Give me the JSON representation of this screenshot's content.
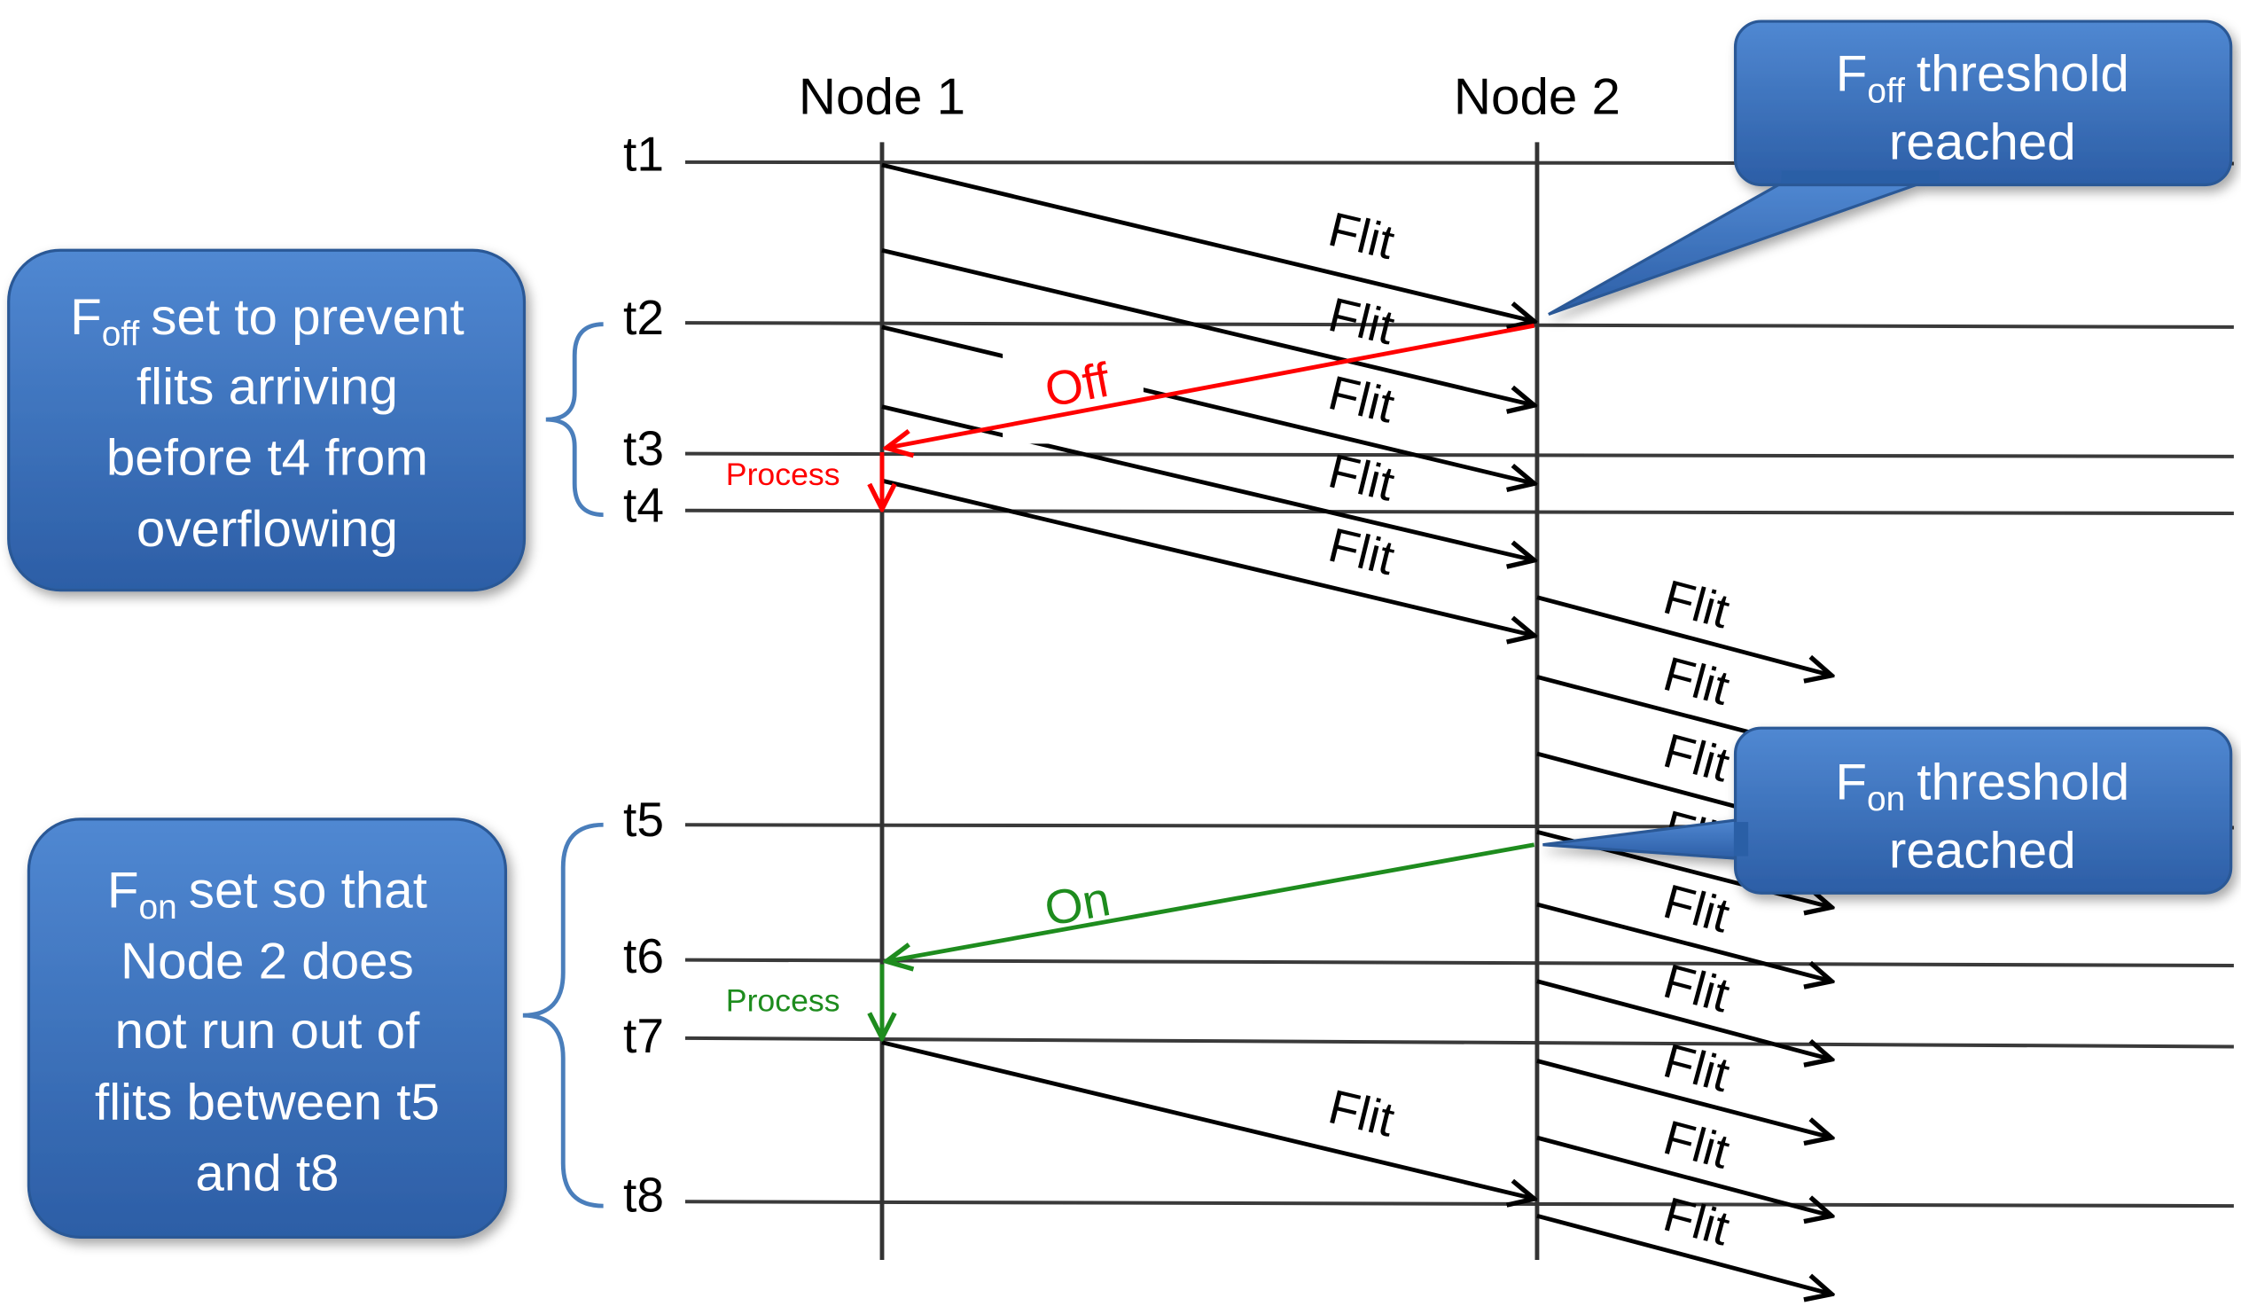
{
  "nodes": {
    "node1": "Node 1",
    "node2": "Node 2"
  },
  "times": [
    "t1",
    "t2",
    "t3",
    "t4",
    "t5",
    "t6",
    "t7",
    "t8"
  ],
  "messages": {
    "node1_to_node2": [
      "Flit",
      "Flit",
      "Flit",
      "Flit",
      "Flit",
      "Flit"
    ],
    "node2_onward": [
      "Flit",
      "Flit",
      "Flit",
      "Flit",
      "Flit",
      "Flit",
      "Flit",
      "Flit",
      "Flit"
    ],
    "off_signal": "Off",
    "on_signal": "On",
    "process_after_off": "Process",
    "process_after_on": "Process"
  },
  "callouts": {
    "off_threshold": {
      "symbol": "F",
      "sub": "off",
      "rest": "threshold",
      "line2": "reached"
    },
    "on_threshold": {
      "symbol": "F",
      "sub": "on",
      "rest": "threshold",
      "line2": "reached"
    }
  },
  "notes": {
    "off_setting": {
      "symbol": "F",
      "sub": "off",
      "rest": "set to prevent",
      "lines": [
        "flits arriving",
        "before t4 from",
        "overflowing"
      ]
    },
    "on_setting": {
      "symbol": "F",
      "sub": "on",
      "rest": "set so that",
      "lines": [
        "Node 2 does",
        "not run out of",
        "flits between t5",
        "and t8"
      ]
    }
  },
  "colors": {
    "off_signal": "#ff0000",
    "on_signal": "#1e8c1e",
    "box_top": "#5088d2",
    "box_bottom": "#2c5ea6",
    "box_stroke": "#2a5896",
    "brace": "#4a7ebb"
  }
}
